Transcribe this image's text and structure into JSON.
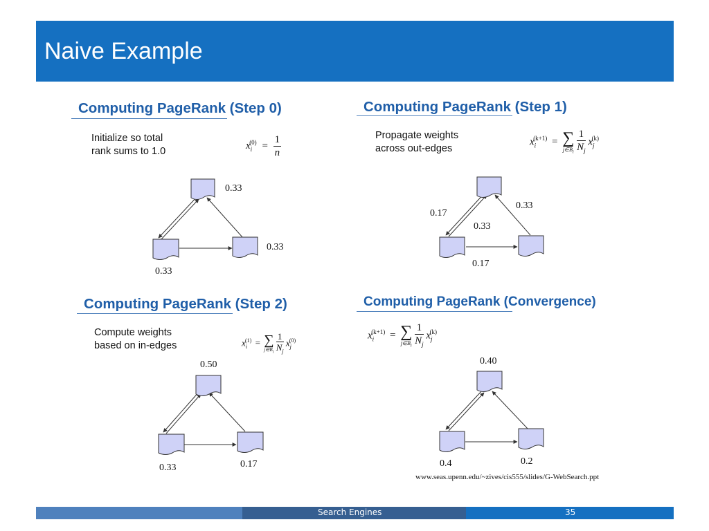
{
  "slide": {
    "title": "Naive Example"
  },
  "panels": [
    {
      "title": "Computing PageRank (Step 0)",
      "desc": [
        "Initialize so total",
        "rank sums to 1.0"
      ],
      "formula": {
        "lhs": "x",
        "sub": "i",
        "sup": "(0)",
        "rhs_num": "1",
        "rhs_den": "n"
      },
      "labels": {
        "top": "0.33",
        "left": "0.33",
        "right": "0.33"
      }
    },
    {
      "title": "Computing PageRank (Step 1)",
      "desc": [
        "Propagate weights",
        "across out-edges"
      ],
      "formula": {
        "lhs": "x",
        "sub": "i",
        "sup": "(k+1)",
        "sum_sub": "j∈B",
        "sum_sub_i": "i",
        "num": "1",
        "den": "N",
        "den_sub": "j",
        "x2": "x",
        "x2_sub": "j",
        "x2_sup": "(k)"
      },
      "labels": {
        "top_right": "0.33",
        "left_top": "0.17",
        "center": "0.33",
        "bottom": "0.17"
      }
    },
    {
      "title": "Computing PageRank (Step 2)",
      "desc": [
        "Compute weights",
        "based on in-edges"
      ],
      "formula": {
        "lhs": "x",
        "sub": "i",
        "sup": "(1)",
        "sum_sub": "j∈B",
        "sum_sub_i": "i",
        "num": "1",
        "den": "N",
        "den_sub": "j",
        "x2": "x",
        "x2_sub": "j",
        "x2_sup": "(0)"
      },
      "labels": {
        "top": "0.50",
        "left": "0.33",
        "right": "0.17"
      }
    },
    {
      "title": "Computing PageRank (Convergence)",
      "formula": {
        "lhs": "x",
        "sub": "i",
        "sup": "(k+1)",
        "sum_sub": "j∈B",
        "sum_sub_i": "i",
        "num": "1",
        "den": "N",
        "den_sub": "j",
        "x2": "x",
        "x2_sub": "j",
        "x2_sup": "(k)"
      },
      "labels": {
        "top": "0.40",
        "left": "0.4",
        "right": "0.2"
      }
    }
  ],
  "source_url": "www.seas.upenn.edu/~zives/cis555/slides/G-WebSearch.ppt",
  "footer": {
    "section": "Search Engines",
    "page_number": "35"
  },
  "colors": {
    "title_bar": "#1570c1",
    "panel_title": "#1f5ea8",
    "node_fill": "#cfd2f7",
    "footer_a": "#4f81bd",
    "footer_b": "#365f91",
    "footer_c": "#1570c1"
  }
}
